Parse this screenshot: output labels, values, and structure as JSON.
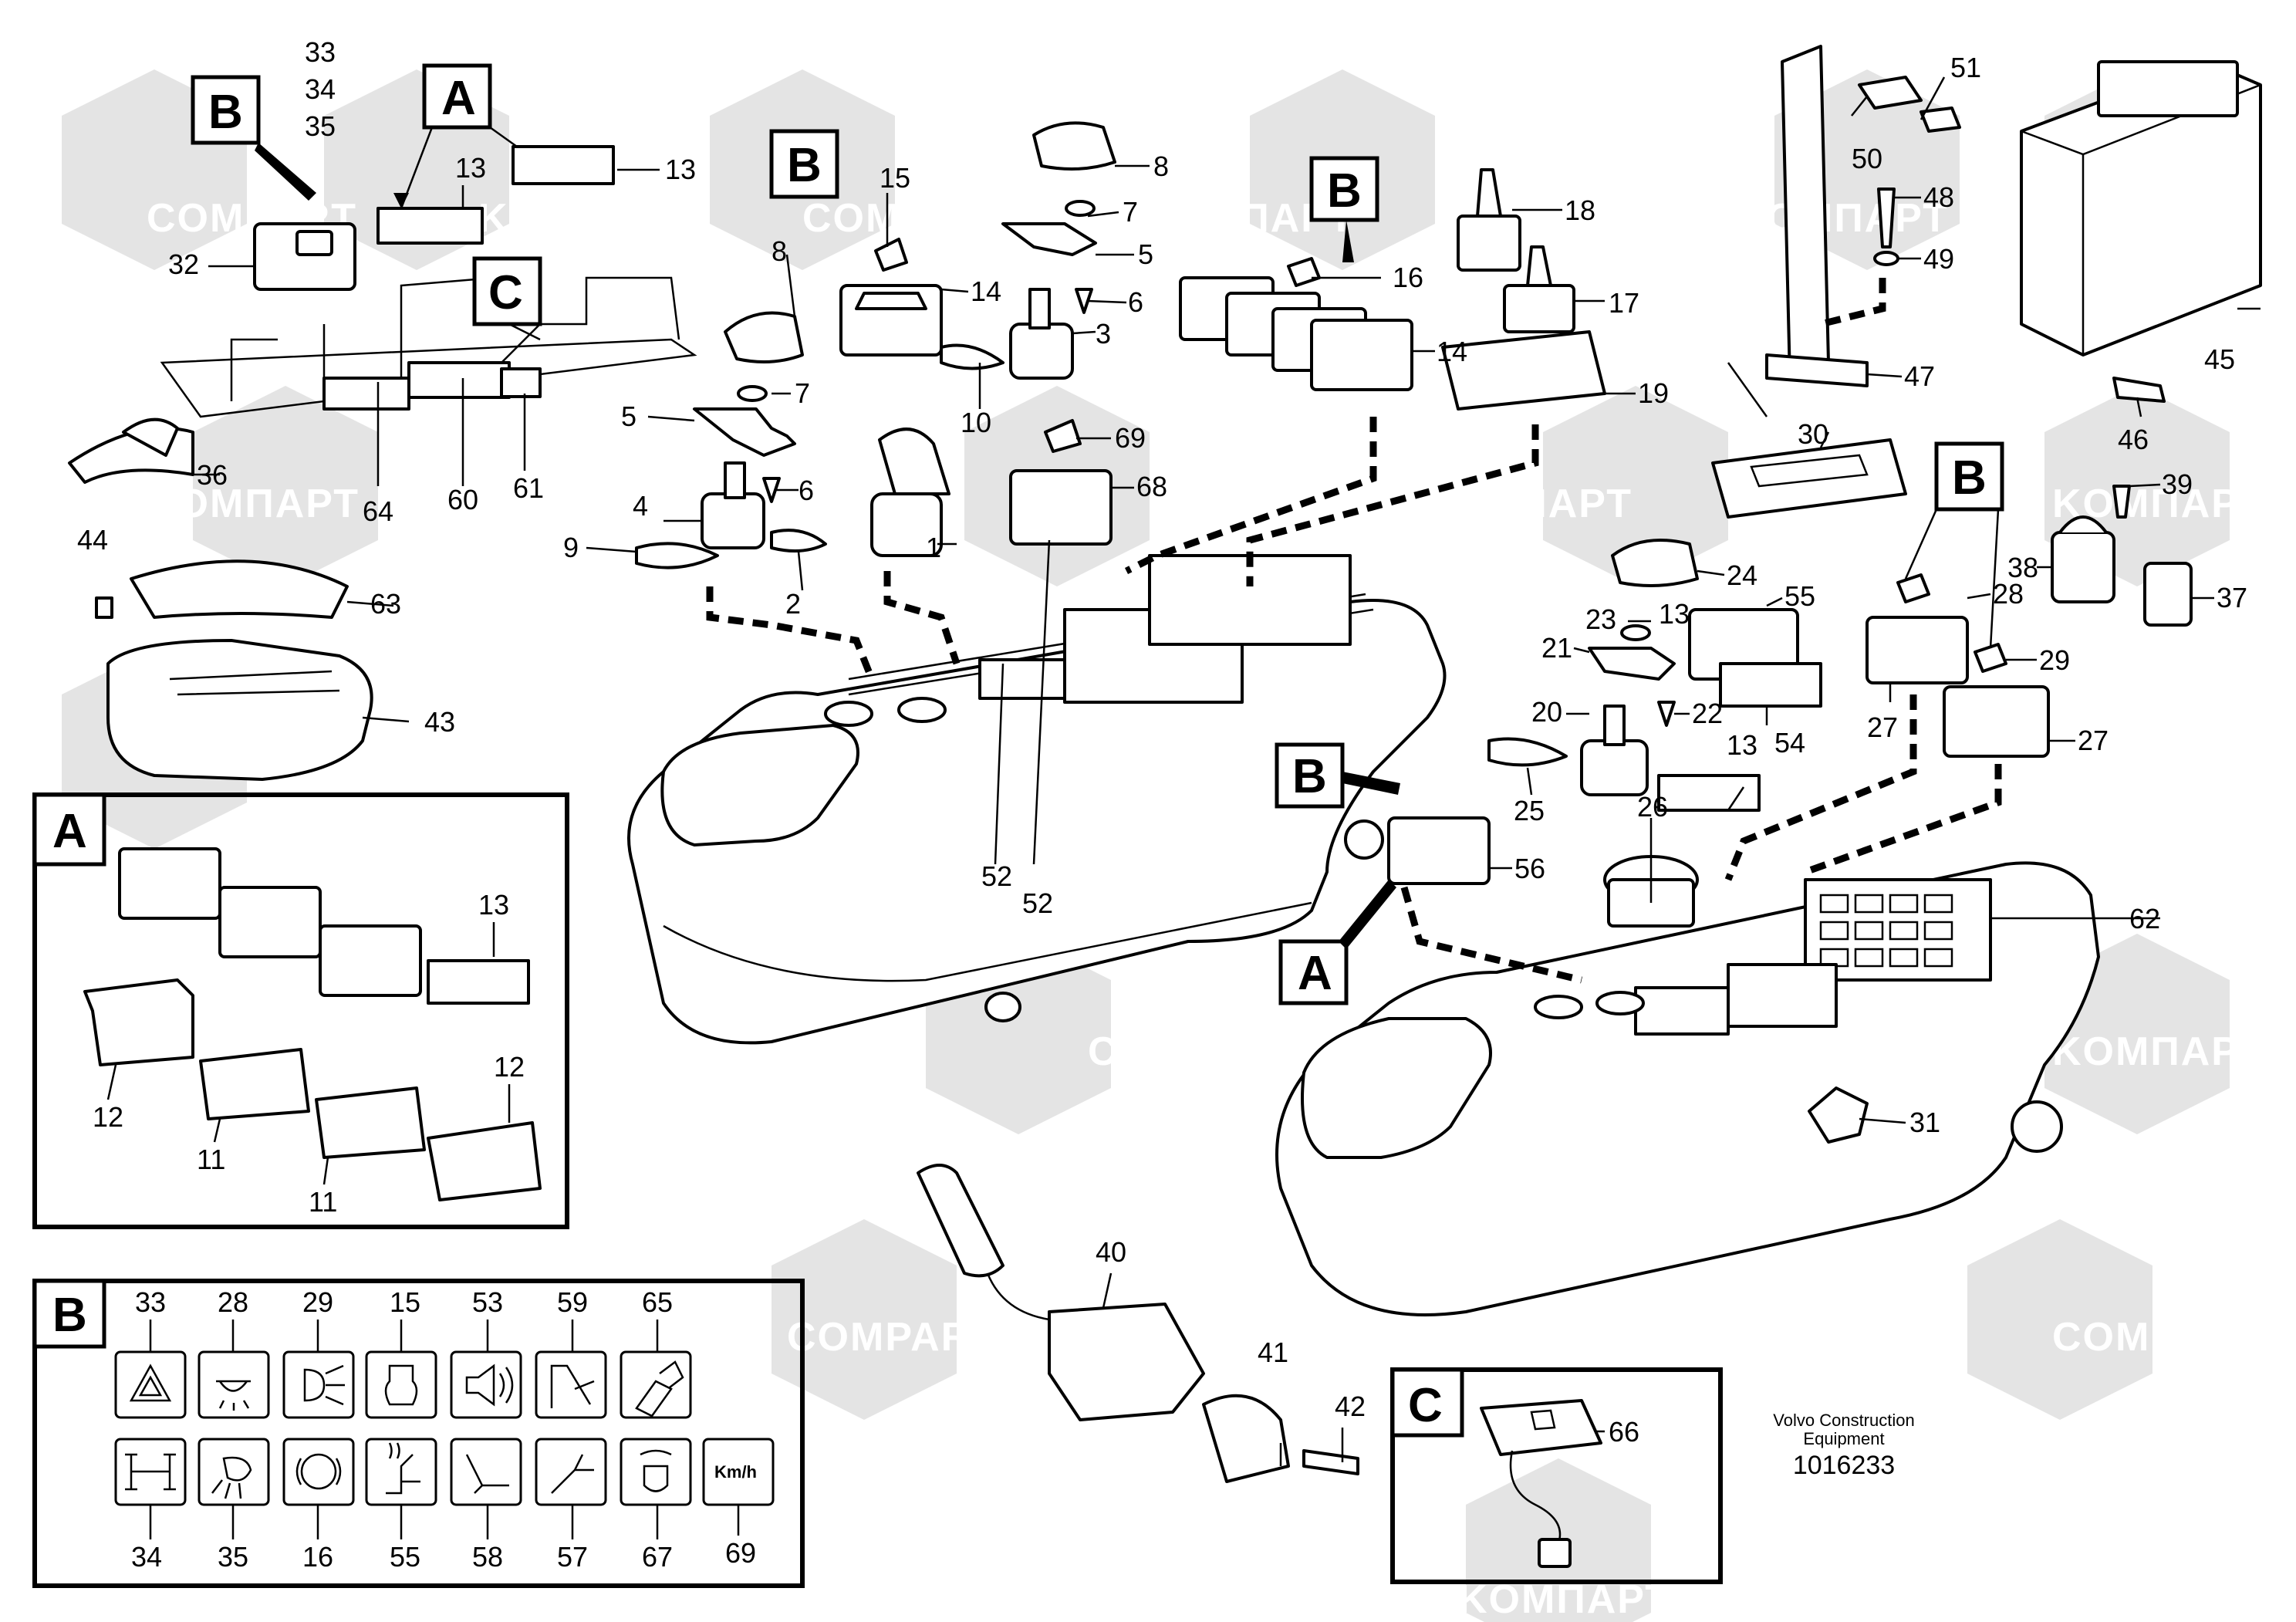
{
  "watermark": "COMPART",
  "watermark_alt": "KOMПАРТ",
  "callouts": {
    "a": "A",
    "b": "B",
    "c": "C"
  },
  "labels": {
    "p1": "1",
    "p2": "2",
    "p3": "3",
    "p4": "4",
    "p5": "5",
    "p5b": "5",
    "p6": "6",
    "p6b": "6",
    "p7": "7",
    "p7b": "7",
    "p8": "8",
    "p8b": "8",
    "p9": "9",
    "p10": "10",
    "p11": "11",
    "p11b": "11",
    "p12": "12",
    "p12b": "12",
    "p13": "13",
    "p13b": "13",
    "p13c": "13",
    "p13d": "13",
    "p13e": "13",
    "p14": "14",
    "p14b": "14",
    "p15": "15",
    "p16": "16",
    "p17": "17",
    "p18": "18",
    "p19": "19",
    "p20": "20",
    "p21": "21",
    "p22": "22",
    "p23": "23",
    "p24": "24",
    "p25": "25",
    "p26": "26",
    "p27": "27",
    "p27b": "27",
    "p28": "28",
    "p29": "29",
    "p30": "30",
    "p31": "31",
    "p32": "32",
    "p33": "33",
    "p34": "34",
    "p35": "35",
    "p36": "36",
    "p37": "37",
    "p38": "38",
    "p39": "39",
    "p40": "40",
    "p41": "41",
    "p42": "42",
    "p43": "43",
    "p44": "44",
    "p45": "45",
    "p46": "46",
    "p47": "47",
    "p48": "48",
    "p49": "49",
    "p50": "50",
    "p51": "51",
    "p52": "52",
    "p52b": "52",
    "p54": "54",
    "p55": "55",
    "p56": "56",
    "p60": "60",
    "p61": "61",
    "p62": "62",
    "p63": "63",
    "p64": "64",
    "p66": "66",
    "p68": "68",
    "p69": "69"
  },
  "legend_b": {
    "title": "B",
    "top_row": [
      "33",
      "28",
      "29",
      "15",
      "53",
      "59",
      "65"
    ],
    "bottom_row": [
      "34",
      "35",
      "16",
      "55",
      "58",
      "57",
      "67",
      "69"
    ],
    "kmh": "Km/h"
  },
  "inset_a": {
    "title": "A",
    "labels": [
      "13",
      "12",
      "11",
      "11",
      "12"
    ]
  },
  "inset_c": {
    "title": "C",
    "label": "66"
  },
  "footer": {
    "line1": "Volvo Construction",
    "line2": "Equipment",
    "number": "1016233"
  }
}
